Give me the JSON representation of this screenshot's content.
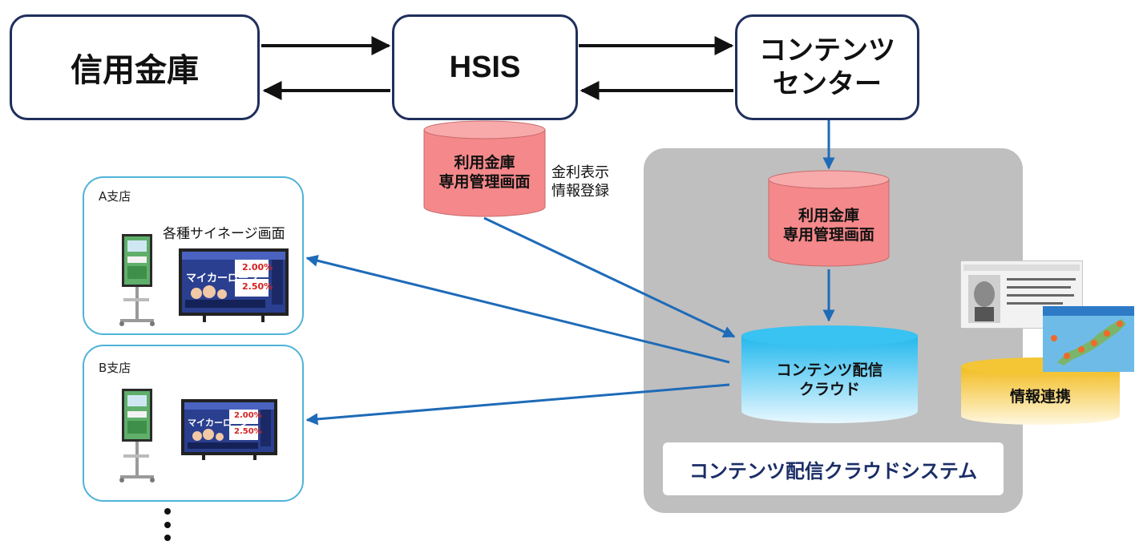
{
  "nodes": {
    "shinkin": "信用金庫",
    "hsis": "HSIS",
    "content_center_line1": "コンテンツ",
    "content_center_line2": "センター"
  },
  "databases": {
    "hsis_db_line1": "利用金庫",
    "hsis_db_line2": "専用管理画面",
    "cloud_db_line1": "利用金庫",
    "cloud_db_line2": "専用管理画面",
    "distribution_line1": "コンテンツ配信",
    "distribution_line2": "クラウド",
    "info_link": "情報連携"
  },
  "notes": {
    "rate_line1": "金利表示",
    "rate_line2": "情報登録",
    "signage_screens": "各種サイネージ画面"
  },
  "branches": [
    {
      "label": "A支店"
    },
    {
      "label": "B支店"
    }
  ],
  "system_label": "コンテンツ配信クラウドシステム",
  "signage": {
    "headline": "マイカーローン",
    "rate1": "2.00%",
    "rate2": "2.50%"
  },
  "colors": {
    "node_border": "#1f2f5c",
    "arrow_blue": "#1e6bb8",
    "pink_db": "#f4888a",
    "cyan_db": "#4cc8f2",
    "gold_db": "#f2c230",
    "panel_gray": "#bfbfbf"
  }
}
